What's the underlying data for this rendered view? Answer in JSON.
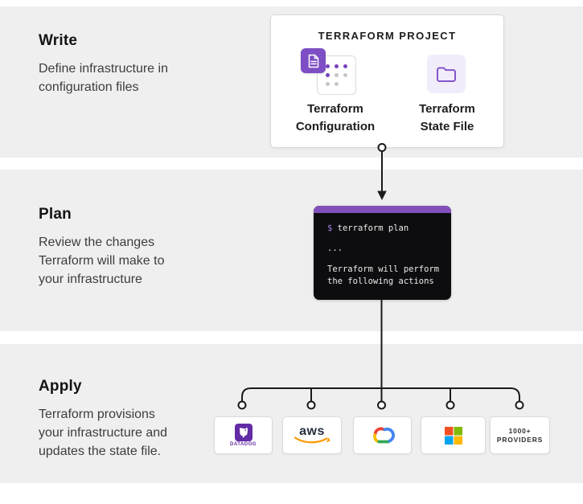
{
  "sections": {
    "write": {
      "heading": "Write",
      "lines": [
        "Define infrastructure in",
        "configuration files"
      ]
    },
    "plan": {
      "heading": "Plan",
      "lines": [
        "Review the changes",
        "Terraform will make to",
        "your infrastructure"
      ]
    },
    "apply": {
      "heading": "Apply",
      "lines": [
        "Terraform provisions",
        "your infrastructure and",
        "updates the state file."
      ]
    }
  },
  "project_box": {
    "title": "TERRAFORM PROJECT",
    "configuration": {
      "label_line1": "Terraform",
      "label_line2": "Configuration"
    },
    "state_file": {
      "label_line1": "Terraform",
      "label_line2": "State File"
    }
  },
  "terminal": {
    "prompt": "$",
    "command": "terraform plan",
    "ellipsis": "...",
    "output_line1": "Terraform will perform",
    "output_line2": "the following actions"
  },
  "providers": {
    "datadog": {
      "name": "Datadog",
      "label": "DATADOG"
    },
    "aws": {
      "name": "AWS",
      "wordmark": "aws"
    },
    "google_cloud": {
      "name": "Google Cloud"
    },
    "microsoft": {
      "name": "Microsoft"
    },
    "more": {
      "line1": "1000+",
      "line2": "PROVIDERS"
    }
  },
  "colors": {
    "accent_purple": "#7b42bc",
    "terminal_header_purple": "#8250bc",
    "terminal_bg": "#0d0d0f",
    "band_gray": "#efefef",
    "connector_dark": "#1a1a1a",
    "datadog_purple": "#632ca6",
    "aws_navy": "#252f3e",
    "aws_orange": "#ff9900",
    "gcp_red": "#ea4335",
    "gcp_yellow": "#fbbc05",
    "gcp_green": "#34a853",
    "gcp_blue": "#4285f4",
    "ms_red": "#f25022",
    "ms_green": "#7fba00",
    "ms_blue": "#00a4ef",
    "ms_yellow": "#ffb900"
  }
}
